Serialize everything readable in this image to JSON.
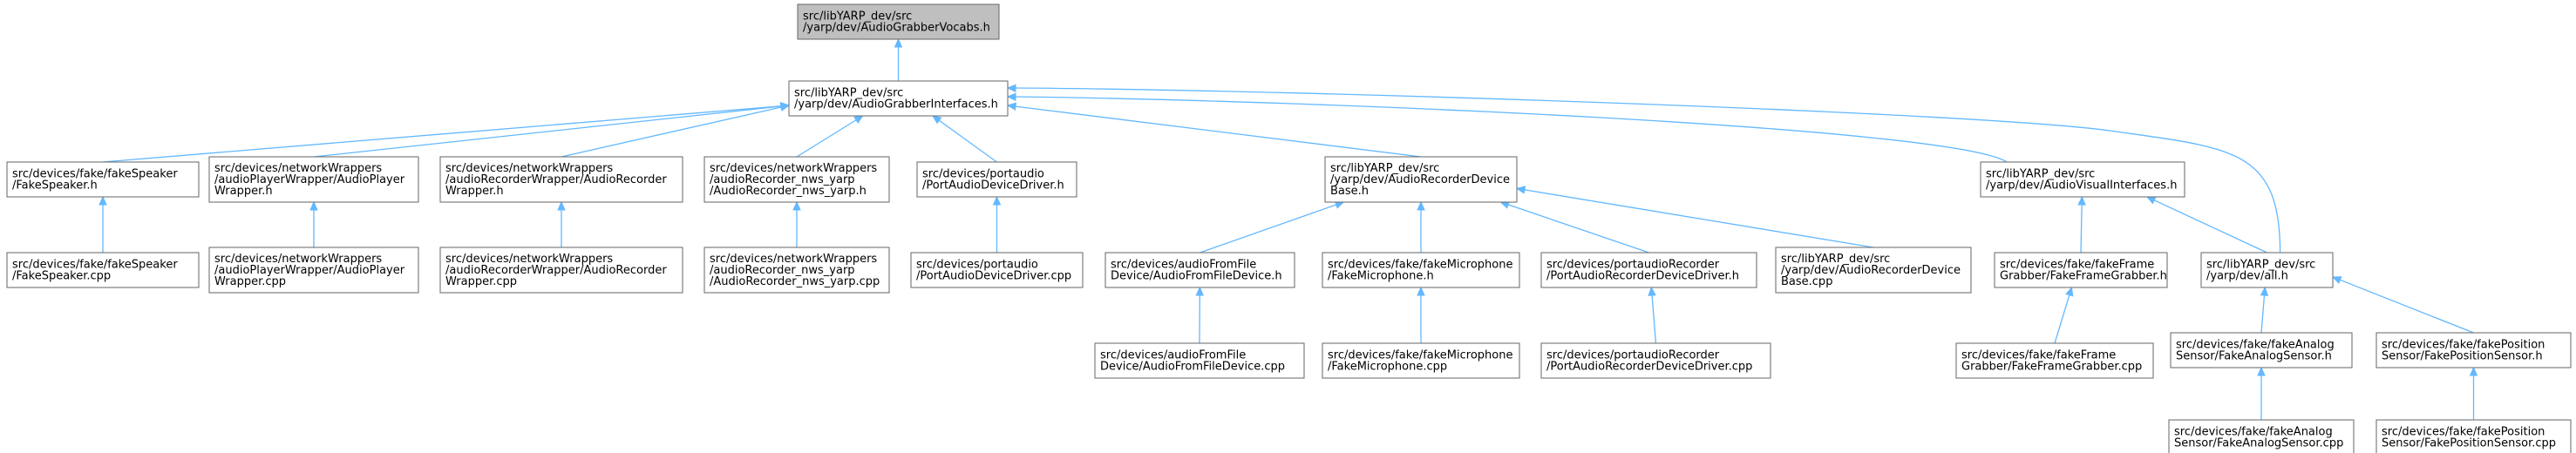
{
  "diagram": {
    "nodes": [
      {
        "id": "vocabs",
        "lines": [
          "src/libYARP_dev/src",
          "/yarp/dev/AudioGrabberVocabs.h"
        ],
        "highlight": true
      },
      {
        "id": "grabber_if",
        "lines": [
          "src/libYARP_dev/src",
          "/yarp/dev/AudioGrabberInterfaces.h"
        ]
      },
      {
        "id": "fakespeaker_h",
        "lines": [
          "src/devices/fake/fakeSpeaker",
          "/FakeSpeaker.h"
        ]
      },
      {
        "id": "fakespeaker_cpp",
        "lines": [
          "src/devices/fake/fakeSpeaker",
          "/FakeSpeaker.cpp"
        ]
      },
      {
        "id": "playerwrapper_h",
        "lines": [
          "src/devices/networkWrappers",
          "/audioPlayerWrapper/AudioPlayer",
          "Wrapper.h"
        ]
      },
      {
        "id": "playerwrapper_cpp",
        "lines": [
          "src/devices/networkWrappers",
          "/audioPlayerWrapper/AudioPlayer",
          "Wrapper.cpp"
        ]
      },
      {
        "id": "recwrapper_h",
        "lines": [
          "src/devices/networkWrappers",
          "/audioRecorderWrapper/AudioRecorder",
          "Wrapper.h"
        ]
      },
      {
        "id": "recwrapper_cpp",
        "lines": [
          "src/devices/networkWrappers",
          "/audioRecorderWrapper/AudioRecorder",
          "Wrapper.cpp"
        ]
      },
      {
        "id": "nwsyarp_h",
        "lines": [
          "src/devices/networkWrappers",
          "/audioRecorder_nws_yarp",
          "/AudioRecorder_nws_yarp.h"
        ]
      },
      {
        "id": "nwsyarp_cpp",
        "lines": [
          "src/devices/networkWrappers",
          "/audioRecorder_nws_yarp",
          "/AudioRecorder_nws_yarp.cpp"
        ]
      },
      {
        "id": "portaudio_h",
        "lines": [
          "src/devices/portaudio",
          "/PortAudioDeviceDriver.h"
        ]
      },
      {
        "id": "portaudio_cpp",
        "lines": [
          "src/devices/portaudio",
          "/PortAudioDeviceDriver.cpp"
        ]
      },
      {
        "id": "recbase_h",
        "lines": [
          "src/libYARP_dev/src",
          "/yarp/dev/AudioRecorderDevice",
          "Base.h"
        ]
      },
      {
        "id": "fromfile_h",
        "lines": [
          "src/devices/audioFromFile",
          "Device/AudioFromFileDevice.h"
        ]
      },
      {
        "id": "fromfile_cpp",
        "lines": [
          "src/devices/audioFromFile",
          "Device/AudioFromFileDevice.cpp"
        ]
      },
      {
        "id": "fakemic_h",
        "lines": [
          "src/devices/fake/fakeMicrophone",
          "/FakeMicrophone.h"
        ]
      },
      {
        "id": "fakemic_cpp",
        "lines": [
          "src/devices/fake/fakeMicrophone",
          "/FakeMicrophone.cpp"
        ]
      },
      {
        "id": "pa_rec_h",
        "lines": [
          "src/devices/portaudioRecorder",
          "/PortAudioRecorderDeviceDriver.h"
        ]
      },
      {
        "id": "pa_rec_cpp",
        "lines": [
          "src/devices/portaudioRecorder",
          "/PortAudioRecorderDeviceDriver.cpp"
        ]
      },
      {
        "id": "recbase_cpp",
        "lines": [
          "src/libYARP_dev/src",
          "/yarp/dev/AudioRecorderDevice",
          "Base.cpp"
        ]
      },
      {
        "id": "av_if",
        "lines": [
          "src/libYARP_dev/src",
          "/yarp/dev/AudioVisualInterfaces.h"
        ]
      },
      {
        "id": "frame_h",
        "lines": [
          "src/devices/fake/fakeFrame",
          "Grabber/FakeFrameGrabber.h"
        ]
      },
      {
        "id": "frame_cpp",
        "lines": [
          "src/devices/fake/fakeFrame",
          "Grabber/FakeFrameGrabber.cpp"
        ]
      },
      {
        "id": "all_h",
        "lines": [
          "src/libYARP_dev/src",
          "/yarp/dev/all.h"
        ]
      },
      {
        "id": "analog_h",
        "lines": [
          "src/devices/fake/fakeAnalog",
          "Sensor/FakeAnalogSensor.h"
        ]
      },
      {
        "id": "analog_cpp",
        "lines": [
          "src/devices/fake/fakeAnalog",
          "Sensor/FakeAnalogSensor.cpp"
        ]
      },
      {
        "id": "pos_h",
        "lines": [
          "src/devices/fake/fakePosition",
          "Sensor/FakePositionSensor.h"
        ]
      },
      {
        "id": "pos_cpp",
        "lines": [
          "src/devices/fake/fakePosition",
          "Sensor/FakePositionSensor.cpp"
        ]
      }
    ],
    "edges": [
      {
        "from": "grabber_if",
        "to": "vocabs"
      },
      {
        "from": "fakespeaker_h",
        "to": "grabber_if"
      },
      {
        "from": "playerwrapper_h",
        "to": "grabber_if"
      },
      {
        "from": "recwrapper_h",
        "to": "grabber_if"
      },
      {
        "from": "nwsyarp_h",
        "to": "grabber_if"
      },
      {
        "from": "portaudio_h",
        "to": "grabber_if"
      },
      {
        "from": "recbase_h",
        "to": "grabber_if"
      },
      {
        "from": "av_if",
        "to": "grabber_if"
      },
      {
        "from": "all_h",
        "to": "grabber_if"
      },
      {
        "from": "fakespeaker_cpp",
        "to": "fakespeaker_h"
      },
      {
        "from": "playerwrapper_cpp",
        "to": "playerwrapper_h"
      },
      {
        "from": "recwrapper_cpp",
        "to": "recwrapper_h"
      },
      {
        "from": "nwsyarp_cpp",
        "to": "nwsyarp_h"
      },
      {
        "from": "portaudio_cpp",
        "to": "portaudio_h"
      },
      {
        "from": "fromfile_h",
        "to": "recbase_h"
      },
      {
        "from": "fakemic_h",
        "to": "recbase_h"
      },
      {
        "from": "pa_rec_h",
        "to": "recbase_h"
      },
      {
        "from": "recbase_cpp",
        "to": "recbase_h"
      },
      {
        "from": "fromfile_cpp",
        "to": "fromfile_h"
      },
      {
        "from": "fakemic_cpp",
        "to": "fakemic_h"
      },
      {
        "from": "pa_rec_cpp",
        "to": "pa_rec_h"
      },
      {
        "from": "frame_h",
        "to": "av_if"
      },
      {
        "from": "all_h",
        "to": "av_if"
      },
      {
        "from": "frame_cpp",
        "to": "frame_h"
      },
      {
        "from": "analog_h",
        "to": "all_h"
      },
      {
        "from": "pos_h",
        "to": "all_h"
      },
      {
        "from": "analog_cpp",
        "to": "analog_h"
      },
      {
        "from": "pos_cpp",
        "to": "pos_h"
      }
    ],
    "colors": {
      "edge": "#63b8ff",
      "root_fill": "#bfbfbf",
      "node_fill": "#ffffff",
      "border": "#666666"
    }
  }
}
